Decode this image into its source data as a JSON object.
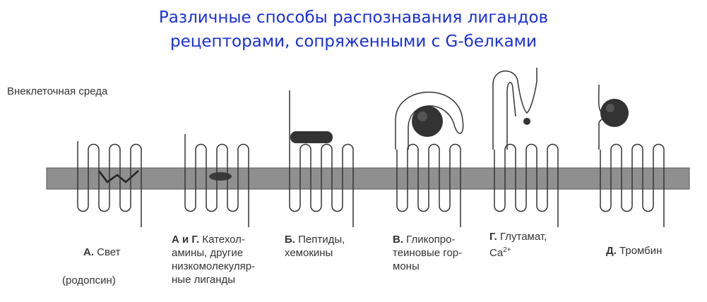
{
  "title": {
    "line1": "Различные способы распознавания лигандов",
    "line2": "рецепторами, сопряженными с G-белками"
  },
  "extracellular_label": "Внеклеточная среда",
  "receptors": [
    {
      "letter": "А.",
      "lines": [
        "Свет"
      ],
      "extra": "(родопсин)"
    },
    {
      "letter": "А и Г.",
      "lines": [
        "Катехол-",
        "амины, другие",
        "низкомолекуляр-",
        "ные лиганды"
      ]
    },
    {
      "letter": "Б.",
      "lines": [
        "Пептиды,",
        "хемокины"
      ]
    },
    {
      "letter": "В.",
      "lines": [
        "Гликопро-",
        "теиновые гор-",
        "моны"
      ]
    },
    {
      "letter": "Г.",
      "lines": [
        "Глутамат,",
        "Ca"
      ],
      "sup": "2+"
    },
    {
      "letter": "Д.",
      "lines": [
        "Тромбин"
      ]
    }
  ],
  "colors": {
    "title": "#1a2fd6",
    "membrane": "#8f8f8f",
    "ligand": "#444444"
  }
}
